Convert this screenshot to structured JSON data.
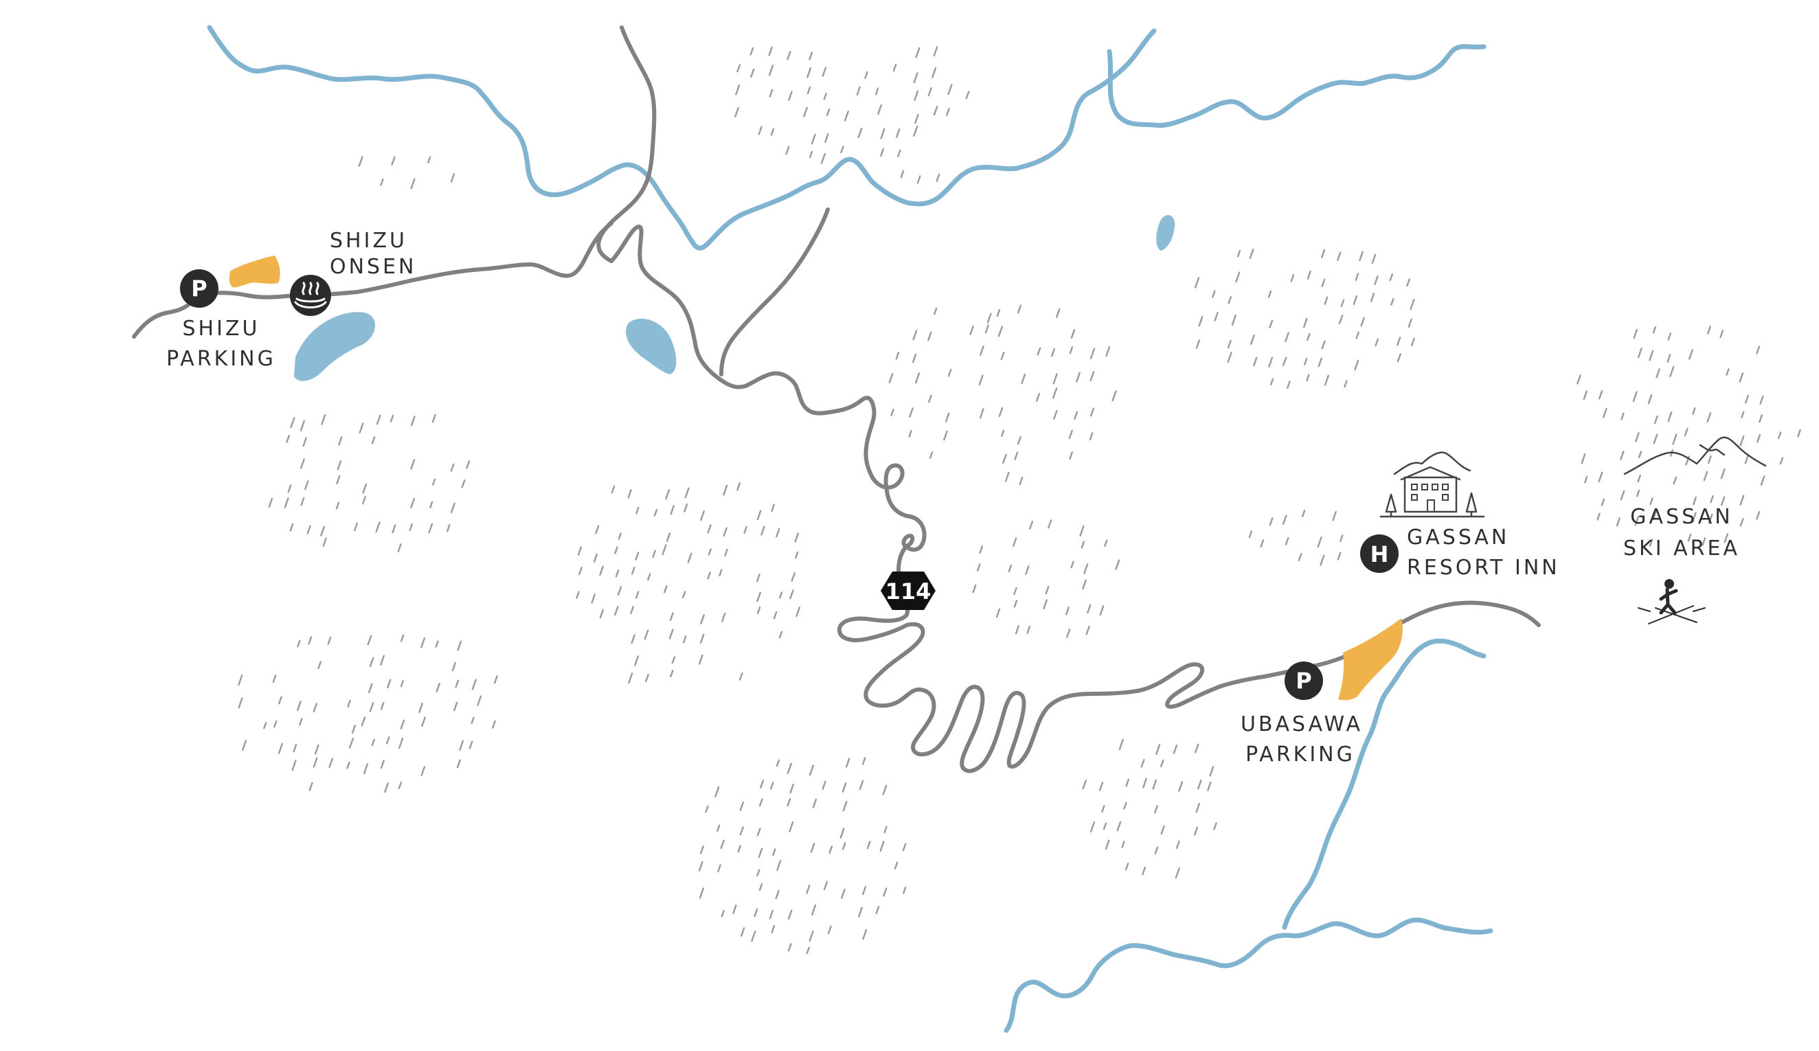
{
  "colors": {
    "river": "#7fb3cf",
    "lake": "#8bbbd5",
    "road": "#808080",
    "parking_area": "#f0b24a",
    "marker": "#2b2b2b",
    "forest_tick": "#9a9a9a",
    "text": "#2f2f2f"
  },
  "locations": {
    "shizu_parking": {
      "icon": "P",
      "line1": "SHIZU",
      "line2": "PARKING",
      "icon_name": "parking-icon"
    },
    "shizu_onsen": {
      "icon_name": "hot-spring-icon",
      "line1": "SHIZU",
      "line2": "ONSEN"
    },
    "gassan_resort_inn": {
      "icon": "H",
      "line1": "GASSAN",
      "line2": "RESORT INN",
      "icon_name": "hotel-icon"
    },
    "ubasawa_parking": {
      "icon": "P",
      "line1": "UBASAWA",
      "line2": "PARKING",
      "icon_name": "parking-icon"
    },
    "gassan_ski_area": {
      "line1": "GASSAN",
      "line2": "SKI AREA",
      "icon_name": "mountain-icon"
    }
  },
  "route": {
    "number": "114",
    "icon_name": "route-hexagon-icon"
  },
  "icons": {
    "inn_building": "hotel-building-illustration-icon",
    "skier": "skier-icon"
  }
}
